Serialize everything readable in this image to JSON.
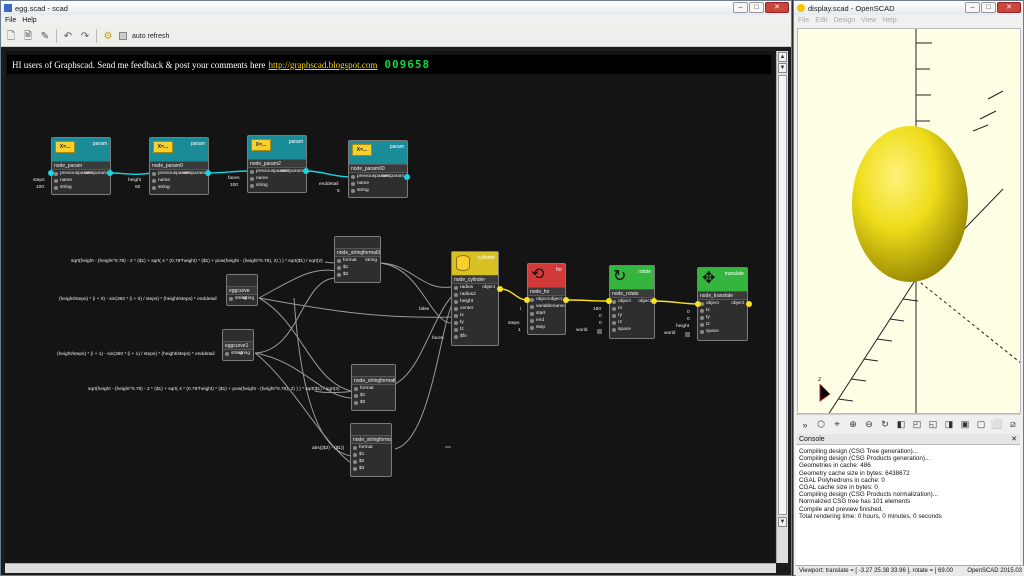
{
  "left_window": {
    "title": "egg.scad - scad",
    "menu": [
      "File",
      "Help"
    ],
    "toolbar": {
      "auto_refresh_label": "auto refresh"
    },
    "banner": {
      "text": "HI users of Graphscad. Send me feedback & post your comments here",
      "link": "http://graphscad.blogspot.com",
      "counter": "009658"
    }
  },
  "right_window": {
    "title": "display.scad - OpenSCAD",
    "menu": [
      "File",
      "Edit",
      "Design",
      "View",
      "Help"
    ],
    "axis_label": "z",
    "console_title": "Console",
    "console_lines": [
      "Compiling design (CSG Tree generation)...",
      "Compiling design (CSG Products generation)...",
      "Geometries in cache: 486",
      "Geometry cache size in bytes: 6438672",
      "CGAL Polyhedrons in cache: 0",
      "CGAL cache size in bytes: 0",
      "Compiling design (CSG Products normalization)...",
      "Normalized CSG tree has 101 elements",
      "Compile and preview finished.",
      "Total rendering time: 0 hours, 0 minutes, 0 seconds"
    ],
    "status": "Viewport: translate = [ -3.27 25.38 33.96 ], rotate = [ 69.00",
    "version": "OpenSCAD 2015.03"
  },
  "params": [
    {
      "type": "param",
      "name": "node_param",
      "val_label": "steps",
      "val": "100",
      "icon": "X=..."
    },
    {
      "type": "param",
      "name": "node_param0",
      "val_label": "height",
      "val": "60",
      "icon": "X=..."
    },
    {
      "type": "param",
      "name": "node_param2",
      "val_label": "faces",
      "val": "100",
      "icon": "X=..."
    },
    {
      "type": "param",
      "name": "node_param00",
      "val_label": "enddetail",
      "val": "5",
      "icon": "X=..."
    }
  ],
  "param_ports": {
    "prev": "previousparam",
    "next": "nextparam",
    "name": "name",
    "string": "string"
  },
  "expressions": [
    "sqrt(height - (height^0.78) - 2 * ($1) + sqrt( 4 * (0.78*height) * ($1) + pow(height - (height^0.78), 2) ) ) * sqrt($1) / sqrt(2)",
    "(height/steps) * (i + 0) - sin(360 * (i + 0) / steps) * (height/steps) * enddetail",
    "(height/steps) * (i + 1) - sin(360 * (i + 1) / steps) * (height/steps) * enddetail",
    "sqrt(height - (height^0.78) - 2 * ($1) + sqrt( 4 * (0.78*height) * ($1) + pow(height - (height^0.78), 2) ) ) * sqrt($1) / sqrt(2)",
    "abs(($2) - ($1))"
  ],
  "nodes": {
    "sf30": {
      "name": "node_stringformat30",
      "ports": [
        "format",
        "$1",
        "$2"
      ],
      "out": "string"
    },
    "eggcurve": {
      "name": "eggcurve",
      "ports": [
        "string"
      ],
      "out": "string"
    },
    "eggcurve1": {
      "name": "eggcurve1",
      "ports": [
        "string"
      ],
      "out": "string"
    },
    "sf0": {
      "name": "node_stringformat0",
      "ports": [
        "format",
        "$1",
        "$2"
      ]
    },
    "sf": {
      "name": "node_stringformat",
      "ports": [
        "format",
        "$1",
        "$2",
        "$3"
      ]
    },
    "cyl": {
      "type": "cylinder",
      "name": "node_cylinder",
      "ports": [
        "radius",
        "radius2",
        "height",
        "center",
        "tx",
        "ty",
        "tz",
        "$fn"
      ],
      "out": "object"
    },
    "for": {
      "type": "for",
      "name": "node_for",
      "ports": [
        "object",
        "variablename",
        "start",
        "end",
        "step"
      ],
      "out": "object"
    },
    "rot": {
      "type": "rotate",
      "name": "node_rotate",
      "ports": [
        "object",
        "rx",
        "ry",
        "rz",
        "space"
      ],
      "out": "object"
    },
    "tr": {
      "type": "translate",
      "name": "node_translate",
      "ports": [
        "object",
        "tx",
        "ty",
        "tz",
        "space"
      ],
      "out": "object"
    }
  },
  "side_labels": {
    "false_lbl": "false",
    "faces_lbl": "faces",
    "i_lbl": "i",
    "steps_lbl": "steps",
    "one": "1",
    "rx": "180",
    "ry": "0",
    "rz": "0",
    "world1": "world",
    "tx": "0",
    "ty": "0",
    "height_lbl": "height",
    "world2": "world"
  }
}
